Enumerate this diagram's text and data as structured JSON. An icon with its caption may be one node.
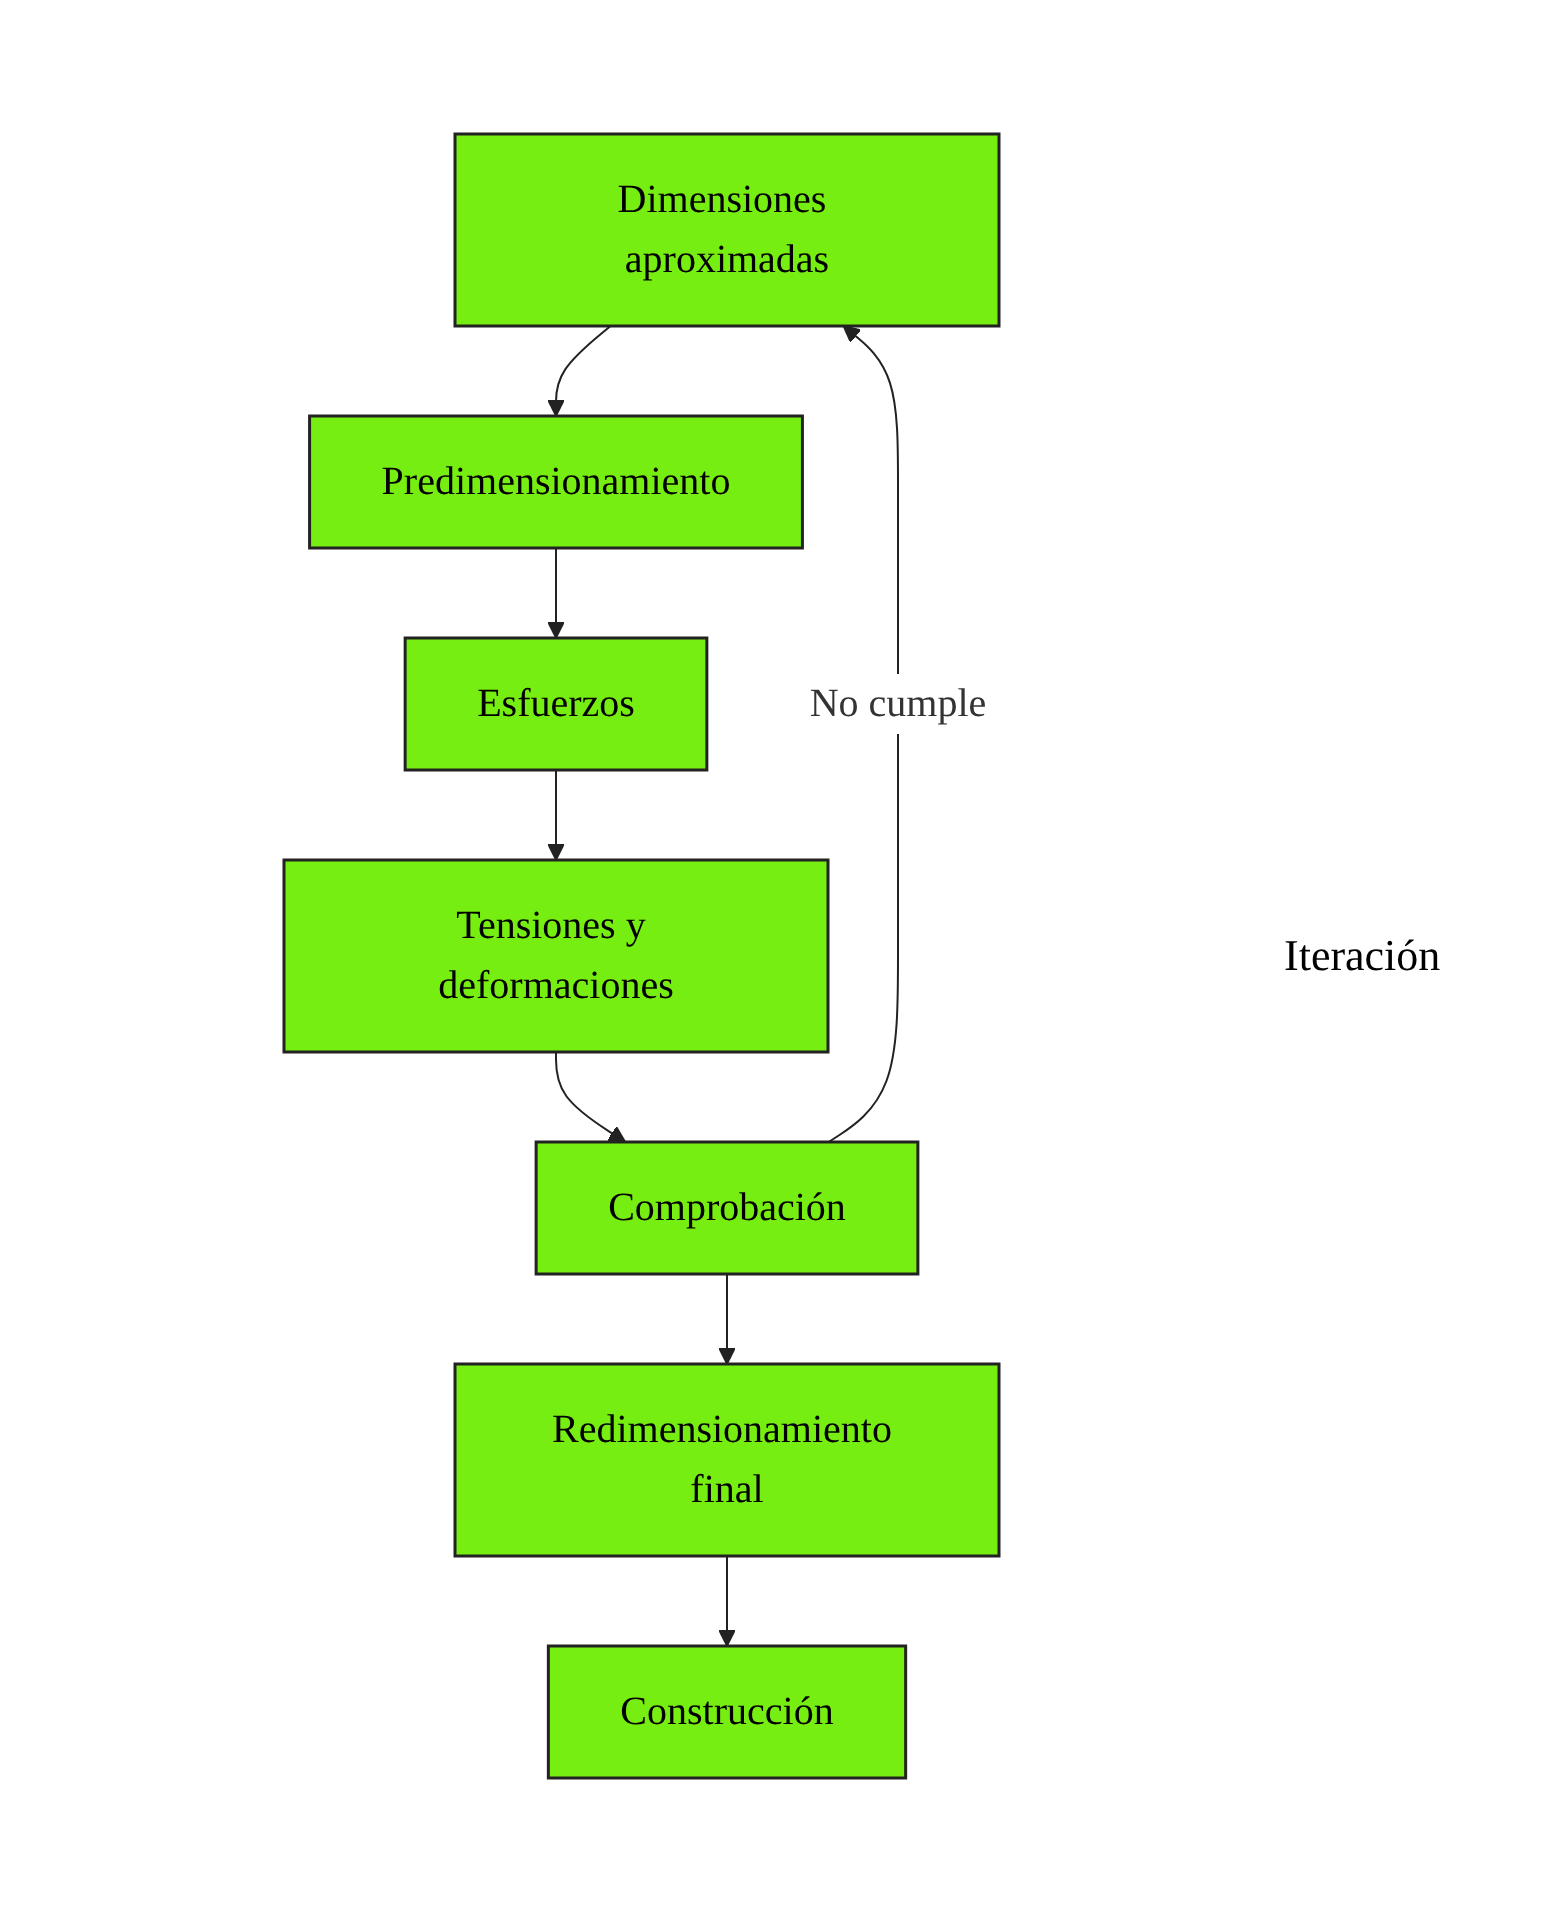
{
  "diagram": {
    "nodes": [
      {
        "text": [
          "Dimensiones aproximadas"
        ]
      },
      {
        "text": [
          "Predimensionamiento"
        ]
      },
      {
        "text": [
          "Esfuerzos"
        ]
      },
      {
        "text": [
          "Tensiones y deformaciones"
        ]
      },
      {
        "text": [
          "Comprobación"
        ]
      },
      {
        "text": [
          "Redimensionamiento final"
        ]
      },
      {
        "text": [
          "Construcción"
        ]
      }
    ],
    "edges": [
      {
        "from": 0,
        "to": 1,
        "arrow": "to"
      },
      {
        "from": 1,
        "to": 2,
        "arrow": "to"
      },
      {
        "from": 2,
        "to": 3,
        "arrow": "to"
      },
      {
        "from": 3,
        "to": 4,
        "arrow": "to"
      },
      {
        "from": 4,
        "to": 5,
        "arrow": "to"
      },
      {
        "from": 5,
        "to": 6,
        "arrow": "to"
      },
      {
        "from": 4,
        "to": 0,
        "arrow": "to",
        "label": "No cumple"
      }
    ],
    "labels": [
      "Iteración"
    ]
  }
}
